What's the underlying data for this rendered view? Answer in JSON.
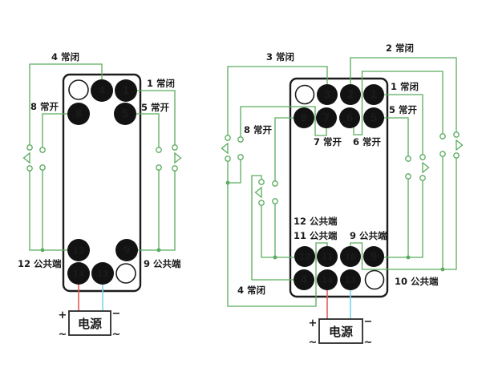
{
  "colors": {
    "wire_green": "#5aac5e",
    "power_plus_wire": "#e85a5a",
    "power_minus_wire": "#7cd3ea",
    "pin_fill": "#121212",
    "pin_number": "#ffffff",
    "power_text": "#3c4a6e",
    "label_text": "#1b1b1b"
  },
  "left_socket": {
    "labels": {
      "nc4": "4 常闭",
      "nc1": "1 常闭",
      "no8": "8 常开",
      "no5": "5 常开",
      "com12": "12 公共端",
      "com9": "9 公共端"
    },
    "pins": {
      "p4": "4",
      "p1": "1",
      "p8": "8",
      "p5": "5",
      "p12": "12",
      "p9": "9",
      "p14": "14",
      "p13": "13"
    },
    "power": {
      "label": "电源",
      "plus": "+",
      "minus": "−",
      "ac": "~"
    }
  },
  "right_socket": {
    "labels": {
      "nc3": "3 常闭",
      "nc2": "2 常闭",
      "nc1": "1 常闭",
      "no5": "5 常开",
      "no8": "8 常开",
      "no7": "7 常开",
      "no6": "6 常开",
      "com12": "12 公共端",
      "com11": "11 公共端",
      "com9": "9 公共端",
      "com10": "10 公共端",
      "nc4": "4 常闭"
    },
    "pins": {
      "p1": "1",
      "p2": "2",
      "p3": "3",
      "p4": "4",
      "p5": "5",
      "p6": "6",
      "p7": "7",
      "p8": "8",
      "p9": "9",
      "p10": "10",
      "p11": "11",
      "p12": "12",
      "p13": "13",
      "p14": "14"
    },
    "power": {
      "label": "电源",
      "plus": "+",
      "minus": "−",
      "ac": "~"
    }
  }
}
